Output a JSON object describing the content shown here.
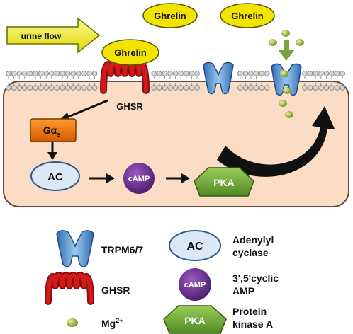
{
  "labels": {
    "urine_flow": "urine flow",
    "ghrelin": "Ghrelin",
    "ghsr": "GHSR",
    "galpha": "Gα",
    "galpha_sub": "s",
    "ac": "AC",
    "camp": "cAMP",
    "pka": "PKA"
  },
  "legend": {
    "trpm": "TRPM6/7",
    "ghsr": "GHSR",
    "mg": "Mg",
    "mg_sup": "2+",
    "ac_line1": "Adenylyl",
    "ac_line2": "cyclase",
    "camp_line1": "3',5'cyclic",
    "camp_line2": "AMP",
    "pka_line1": "Protein",
    "pka_line2": "kinase A"
  },
  "colors": {
    "cell_fill": "#fbdcc4",
    "cell_border": "#6b4a3a",
    "ghrelin_fill": "#f2e300",
    "ghrelin_border": "#555500",
    "ghsr_red": "#c81414",
    "galpha_fill": "#ef6c00",
    "ac_fill": "#dbe9f7",
    "ac_border": "#2c5d8a",
    "camp_fill": "#6a2c8f",
    "pka_fill": "#6fa83c",
    "mg_fill": "#a3c23c",
    "channel_fill": "#4d8fd0",
    "arrow_fill": "#1a1a1a",
    "flow_arrow": "#f2ee4a",
    "mg_arrow": "#7aa33a"
  }
}
